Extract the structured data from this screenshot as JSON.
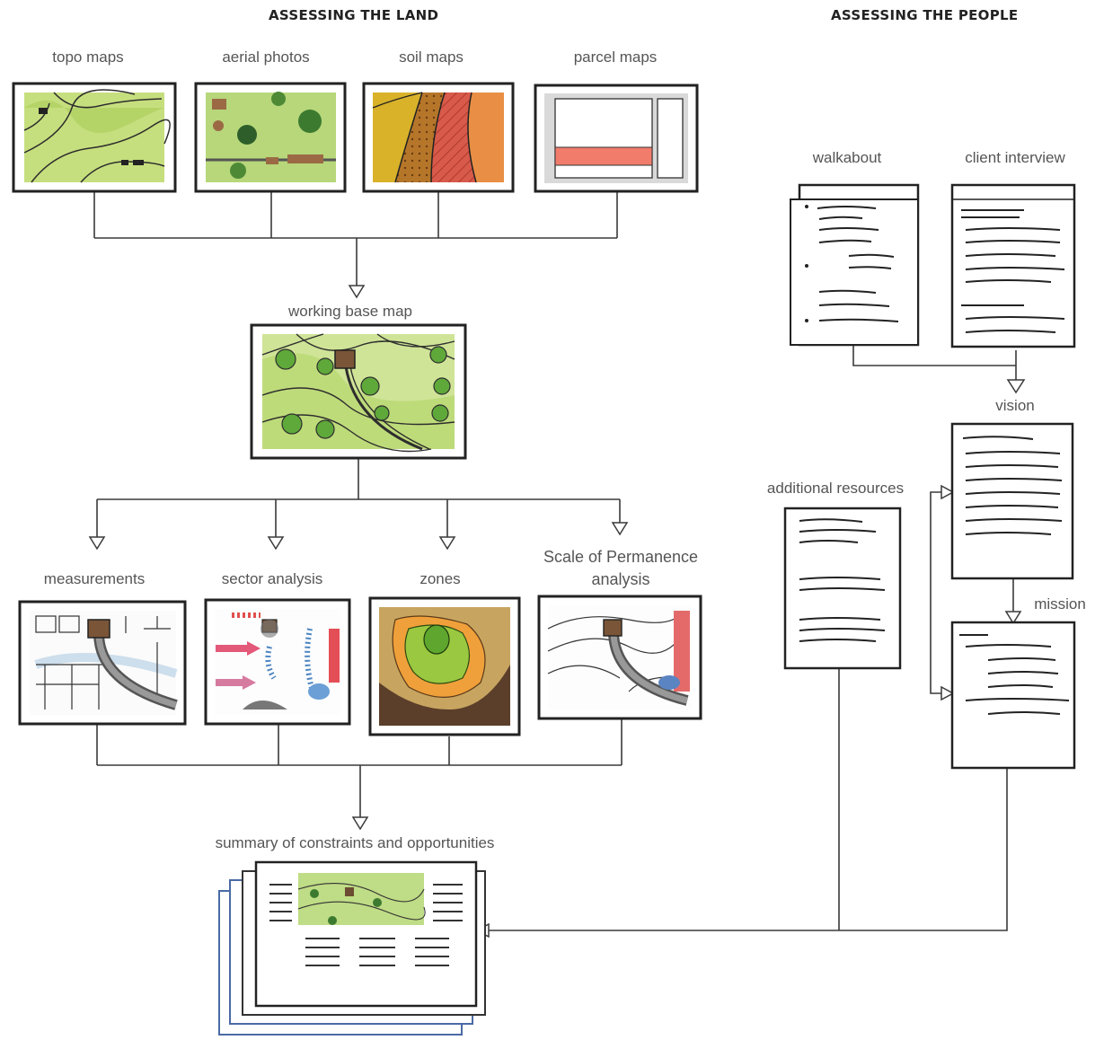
{
  "headers": {
    "land": "ASSESSING THE LAND",
    "people": "ASSESSING THE PEOPLE"
  },
  "land": {
    "sources": [
      "topo maps",
      "aerial photos",
      "soil maps",
      "parcel maps"
    ],
    "base_map": "working base map",
    "analyses": [
      "measurements",
      "sector analysis",
      "zones",
      "Scale of Permanence analysis"
    ],
    "summary": "summary of constraints and opportunities"
  },
  "people": {
    "inputs": [
      "walkabout",
      "client interview"
    ],
    "vision": "vision",
    "additional": "additional resources",
    "mission": "mission"
  },
  "colors": {
    "line": "#3a3a3a",
    "green_light": "#cfe28a",
    "green_mid": "#9cc94f",
    "green_dark": "#5e9c2e",
    "soil_orange": "#e58a3a",
    "parcel_red": "#f07a6a"
  }
}
